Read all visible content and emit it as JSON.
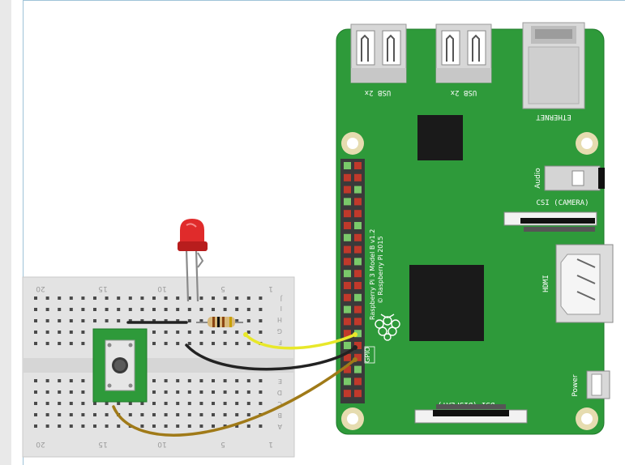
{
  "pi": {
    "usb_label_1": "USB 2x",
    "usb_label_2": "USB 2x",
    "ethernet_label": "ETHERNET",
    "audio_label": "Audio",
    "csi_label": "CSI (CAMERA)",
    "hdmi_label": "HDMI",
    "power_label": "Power",
    "dsi_label": "DSI (DISPLAY)",
    "gpio_label": "GPIO",
    "model_line_1": "Raspberry Pi 3 Model B v1.2",
    "model_line_2": "© Raspberry Pi 2015"
  },
  "breadboard": {
    "top_numbers": [
      "20",
      "15",
      "10",
      "5",
      "1"
    ],
    "bottom_numbers": [
      "20",
      "15",
      "10",
      "5",
      "1"
    ],
    "row_letters_top": [
      "J",
      "I",
      "H",
      "G",
      "F"
    ],
    "row_letters_bottom": [
      "E",
      "D",
      "C",
      "B",
      "A"
    ]
  },
  "colors": {
    "board_green": "#2e9a3a",
    "wire_yellow": "#e8e82a",
    "wire_black": "#222222",
    "wire_brown": "#a07a18",
    "led_red": "#e02b2b"
  }
}
